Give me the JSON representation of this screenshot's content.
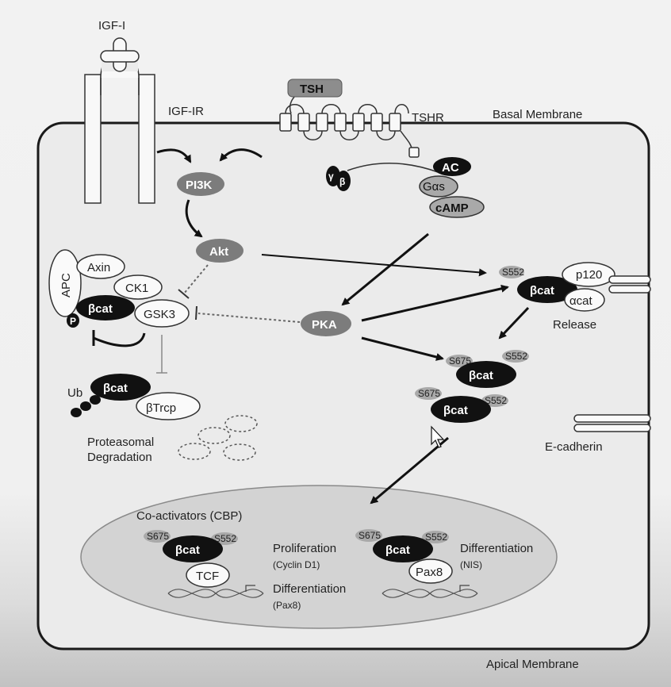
{
  "membrane": {
    "basal": "Basal Membrane",
    "apical": "Apical Membrane",
    "ecadherin": "E-cadherin"
  },
  "receptors": {
    "igf_ligand": "IGF-I",
    "igf_receptor": "IGF-IR",
    "tsh": "TSH",
    "tshr": "TSHR"
  },
  "gprotein": {
    "gamma": "γ",
    "beta": "β",
    "ac": "AC",
    "galpha_s": "Gαs",
    "camp": "cAMP"
  },
  "kinases": {
    "pi3k": "PI3K",
    "akt": "Akt",
    "pka": "PKA"
  },
  "destruction_complex": {
    "apc": "APC",
    "axin": "Axin",
    "ck1": "CK1",
    "bcat": "βcat",
    "gsk3": "GSK3",
    "p": "P"
  },
  "degradation": {
    "ub": "Ub",
    "bcat": "βcat",
    "btrcp": "βTrcp",
    "label_line1": "Proteasomal",
    "label_line2": "Degradation"
  },
  "junction": {
    "s552": "S552",
    "bcat": "βcat",
    "p120": "p120",
    "acat": "αcat",
    "release": "Release"
  },
  "cytoplasm_bcat": {
    "top": {
      "s675": "S675",
      "s552": "S552",
      "bcat": "βcat"
    },
    "bottom": {
      "s675": "S675",
      "s552": "S552",
      "bcat": "βcat"
    }
  },
  "nucleus": {
    "coactivators": "Co-activators (CBP)",
    "left": {
      "s675": "S675",
      "s552": "S552",
      "bcat": "βcat",
      "factor": "TCF",
      "out1": "Proliferation",
      "out1_sub": "(Cyclin D1)",
      "out2": "Differentiation",
      "out2_sub": "(Pax8)"
    },
    "right": {
      "s675": "S675",
      "s552": "S552",
      "bcat": "βcat",
      "factor": "Pax8",
      "out1": "Differentiation",
      "out1_sub": "(NIS)"
    }
  },
  "colors": {
    "membrane_fill": "#ebebeb",
    "nucleus_fill": "#d3d3d3",
    "kinase": "#7c7c7c",
    "bcat": "#111111",
    "site": "#a9a9a9"
  }
}
